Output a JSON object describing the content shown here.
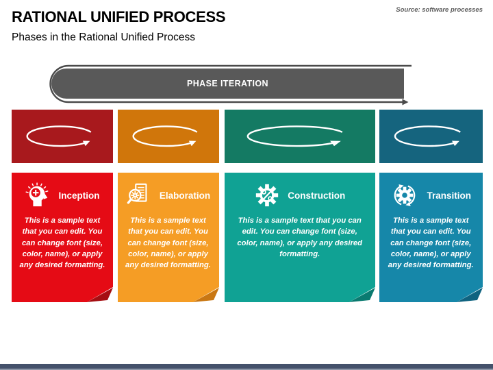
{
  "slide": {
    "title": "RATIONAL UNIFIED PROCESS",
    "subtitle": "Phases in the Rational Unified Process",
    "source": "Source: software processes"
  },
  "banner": {
    "label": "PHASE ITERATION",
    "bg_color": "#595959",
    "text_color": "#FFFFFF",
    "arrow_color": "#4A4A4A"
  },
  "phases": [
    {
      "name": "Inception",
      "icon": "idea-head-icon",
      "block_color": "#A8191D",
      "card_color": "#E50B15",
      "fold_color": "#A50E12",
      "arrow_color": "#FFFFFF",
      "body": "This is a sample text that you can edit. You can change font (size, color, name), or apply any desired formatting."
    },
    {
      "name": "Elaboration",
      "icon": "magnifier-document-icon",
      "block_color": "#D0760B",
      "card_color": "#F59D25",
      "fold_color": "#C97713",
      "arrow_color": "#FFFFFF",
      "body": "This is a sample text that you can edit. You can change font (size, color, name), or apply any desired formatting."
    },
    {
      "name": "Construction",
      "icon": "gear-tools-icon",
      "block_color": "#147A63",
      "card_color": "#10A294",
      "fold_color": "#0A7A70",
      "arrow_color": "#FFFFFF",
      "body": "This is a sample text that you can edit. You can change font (size, color, name), or apply any desired formatting."
    },
    {
      "name": "Transition",
      "icon": "gear-cycle-icon",
      "block_color": "#15647E",
      "card_color": "#1687A9",
      "fold_color": "#0F6380",
      "arrow_color": "#FFFFFF",
      "body": "This is a sample text that you can edit. You can change font (size, color, name), or apply any desired formatting."
    }
  ],
  "footer": {
    "bar_color": "#44516B",
    "bar_edge_color": "#8D97A8"
  }
}
